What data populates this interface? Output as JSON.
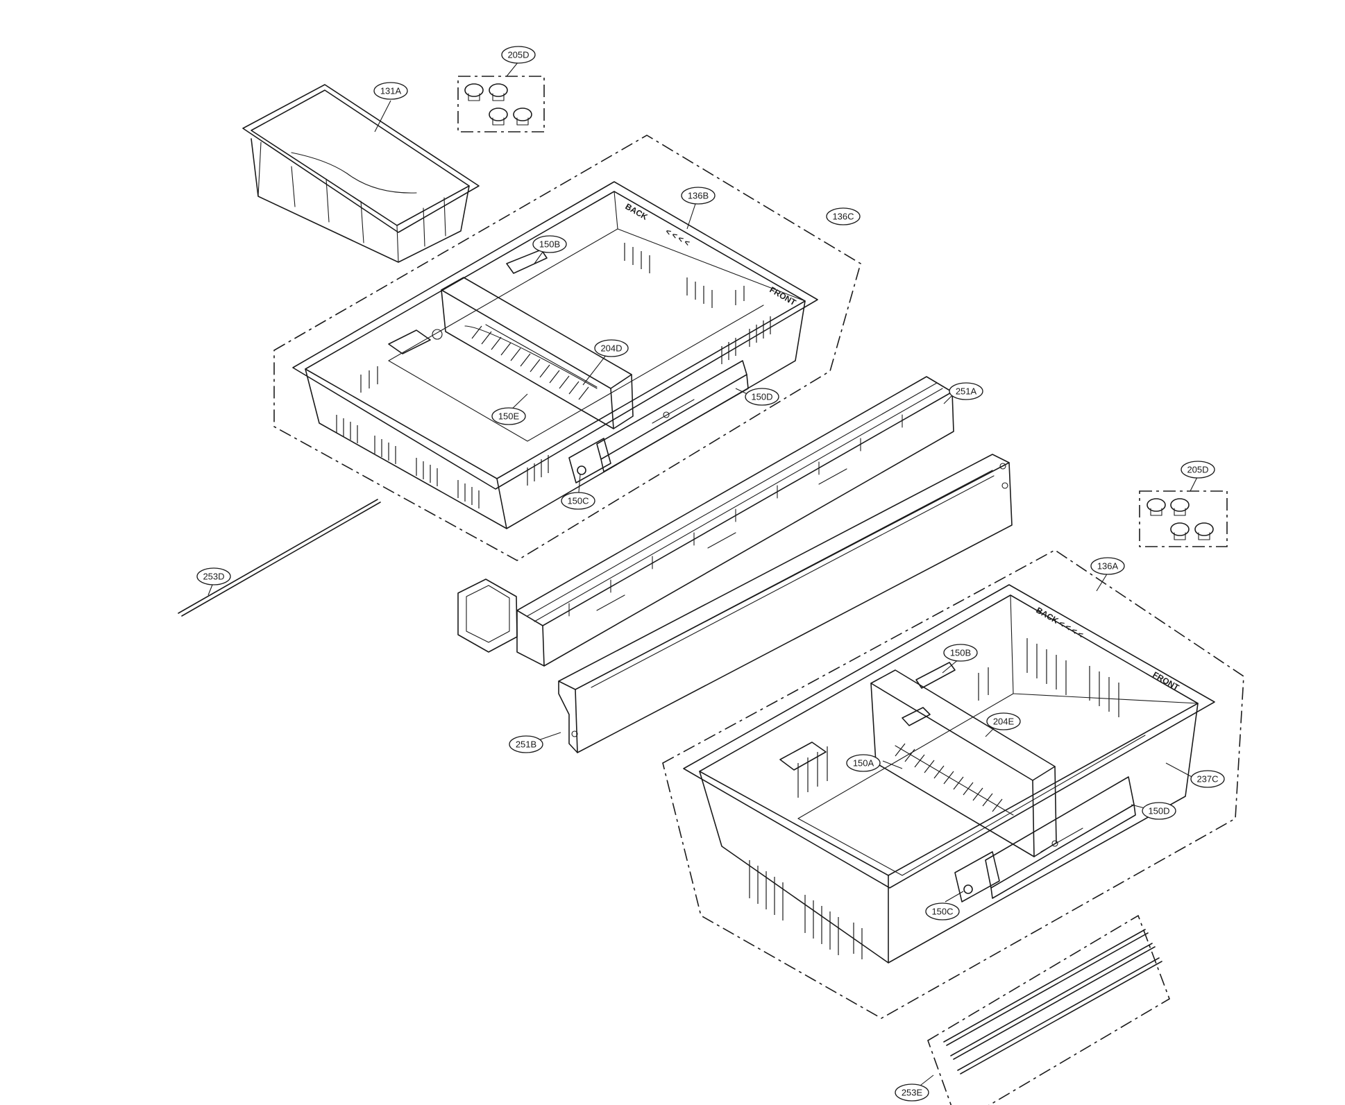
{
  "colors": {
    "line": "#1a1a1a",
    "background": "#ffffff"
  },
  "callouts": [
    {
      "id": "c-131A",
      "label": "131A"
    },
    {
      "id": "c-205D-top",
      "label": "205D"
    },
    {
      "id": "c-136B",
      "label": "136B"
    },
    {
      "id": "c-136C",
      "label": "136C"
    },
    {
      "id": "c-150B-top",
      "label": "150B"
    },
    {
      "id": "c-204D",
      "label": "204D"
    },
    {
      "id": "c-150D-top",
      "label": "150D"
    },
    {
      "id": "c-150E",
      "label": "150E"
    },
    {
      "id": "c-150C-top",
      "label": "150C"
    },
    {
      "id": "c-251A",
      "label": "251A"
    },
    {
      "id": "c-253D",
      "label": "253D"
    },
    {
      "id": "c-205D-right",
      "label": "205D"
    },
    {
      "id": "c-136A",
      "label": "136A"
    },
    {
      "id": "c-150B-bottom",
      "label": "150B"
    },
    {
      "id": "c-204E",
      "label": "204E"
    },
    {
      "id": "c-150A",
      "label": "150A"
    },
    {
      "id": "c-237C",
      "label": "237C"
    },
    {
      "id": "c-150D-bottom",
      "label": "150D"
    },
    {
      "id": "c-150C-bottom",
      "label": "150C"
    },
    {
      "id": "c-251B",
      "label": "251B"
    },
    {
      "id": "c-253E",
      "label": "253E"
    }
  ],
  "engravings": {
    "top_back": "BACK",
    "top_arrows": "< < < <",
    "top_front": "FRONT",
    "bottom_back": "BACK < < < <",
    "bottom_front": "FRONT"
  }
}
